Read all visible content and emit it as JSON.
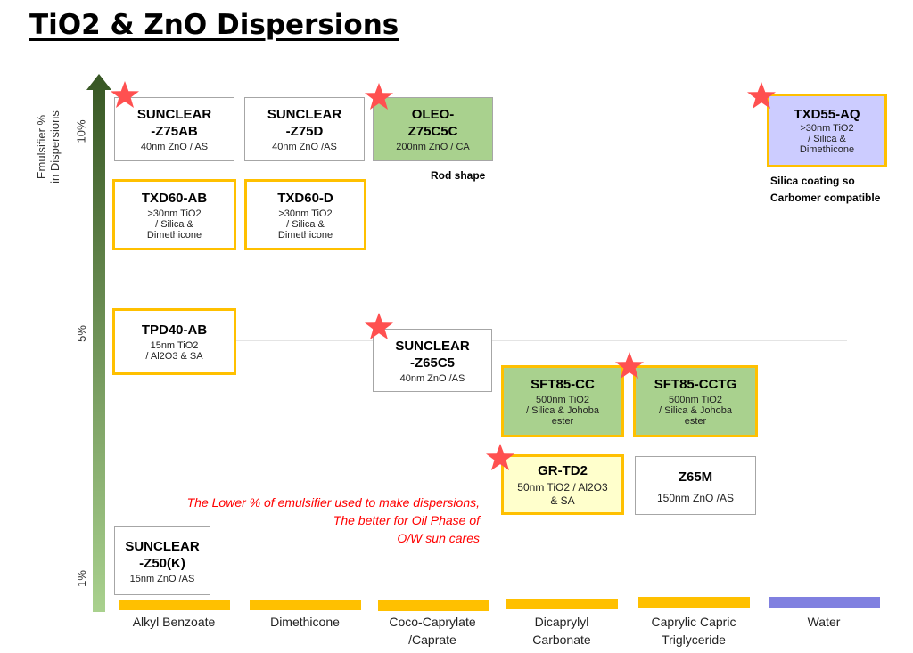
{
  "title": "TiO2 & ZnO Dispersions",
  "y_axis": {
    "label_line1": "Emulsifier %",
    "label_line2": "in Dispersions",
    "ticks": [
      "10%",
      "5%",
      "1%"
    ]
  },
  "colors": {
    "arrow_top": "#375623",
    "arrow_bottom": "#a9d18e",
    "gold": "#ffc000",
    "green_fill": "#a9d18e",
    "yellow_fill": "#ffffcc",
    "lavender_fill": "#ccccff",
    "water_bar": "#8080e0",
    "star": "#ff5050",
    "note_red": "#ff0000"
  },
  "products": [
    {
      "name": "SUNCLEAR\n-Z75AB",
      "desc": "40nm ZnO / AS",
      "starred": true
    },
    {
      "name": "SUNCLEAR\n-Z75D",
      "desc": "40nm ZnO /AS",
      "starred": false
    },
    {
      "name": "OLEO-\nZ75C5C",
      "desc": "200nm ZnO / CA",
      "starred": true
    },
    {
      "name": "TXD55-AQ",
      "desc": ">30nm TiO2\n/ Silica &\nDimethicone",
      "starred": true
    },
    {
      "name": "TXD60-AB",
      "desc": ">30nm TiO2\n/ Silica &\nDimethicone",
      "starred": false
    },
    {
      "name": "TXD60-D",
      "desc": ">30nm TiO2\n/ Silica &\nDimethicone",
      "starred": false
    },
    {
      "name": "TPD40-AB",
      "desc": "15nm TiO2\n/ Al2O3 & SA",
      "starred": false
    },
    {
      "name": "SUNCLEAR\n-Z65C5",
      "desc": "40nm ZnO /AS",
      "starred": true
    },
    {
      "name": "SFT85-CC",
      "desc": "500nm TiO2\n/ Silica & Johoba\nester",
      "starred": false
    },
    {
      "name": "SFT85-CCTG",
      "desc": "500nm TiO2\n/ Silica & Johoba\nester",
      "starred": true
    },
    {
      "name": "GR-TD2",
      "desc": "50nm TiO2 / Al2O3\n& SA",
      "starred": true
    },
    {
      "name": "Z65M",
      "desc": "150nm ZnO /AS",
      "starred": false
    },
    {
      "name": "SUNCLEAR\n-Z50(K)",
      "desc": "15nm ZnO /AS",
      "starred": false
    }
  ],
  "notes": {
    "rod_shape": "Rod shape",
    "silica_line1": "Silica coating so",
    "silica_line2": "Carbomer compatible",
    "emulsifier_note": "The Lower % of emulsifier used to make dispersions,\nThe better for Oil Phase of\nO/W sun cares"
  },
  "categories": [
    "Alkyl Benzoate",
    "Dimethicone",
    "Coco-Caprylate\n/Caprate",
    "Dicaprylyl\nCarbonate",
    "Caprylic Capric\nTriglyceride",
    "Water"
  ]
}
